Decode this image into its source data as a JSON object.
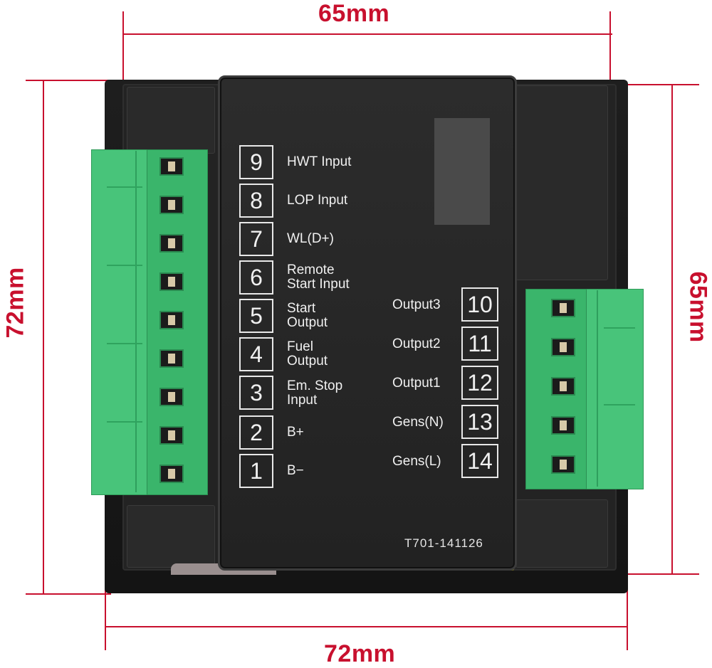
{
  "dimensions": {
    "top_width": "65mm",
    "bottom_width": "72mm",
    "left_height": "72mm",
    "right_height": "65mm",
    "line_color": "#c8102e"
  },
  "device": {
    "model_code": "T701-141126",
    "left_terminals": [
      {
        "number": "9",
        "label": "HWT Input"
      },
      {
        "number": "8",
        "label": "LOP Input"
      },
      {
        "number": "7",
        "label": "WL(D+)"
      },
      {
        "number": "6",
        "label": "Remote\nStart Input"
      },
      {
        "number": "5",
        "label": "Start\nOutput"
      },
      {
        "number": "4",
        "label": "Fuel\nOutput"
      },
      {
        "number": "3",
        "label": "Em. Stop\nInput"
      },
      {
        "number": "2",
        "label": "B+"
      },
      {
        "number": "1",
        "label": "B−"
      }
    ],
    "right_terminals": [
      {
        "number": "10",
        "label": "Output3"
      },
      {
        "number": "11",
        "label": "Output2"
      },
      {
        "number": "12",
        "label": "Output1"
      },
      {
        "number": "13",
        "label": "Gens(N)"
      },
      {
        "number": "14",
        "label": "Gens(L)"
      }
    ],
    "colors": {
      "connector_green": "#3ab56b",
      "housing": "#222222",
      "text": "#f0f0f0"
    }
  }
}
